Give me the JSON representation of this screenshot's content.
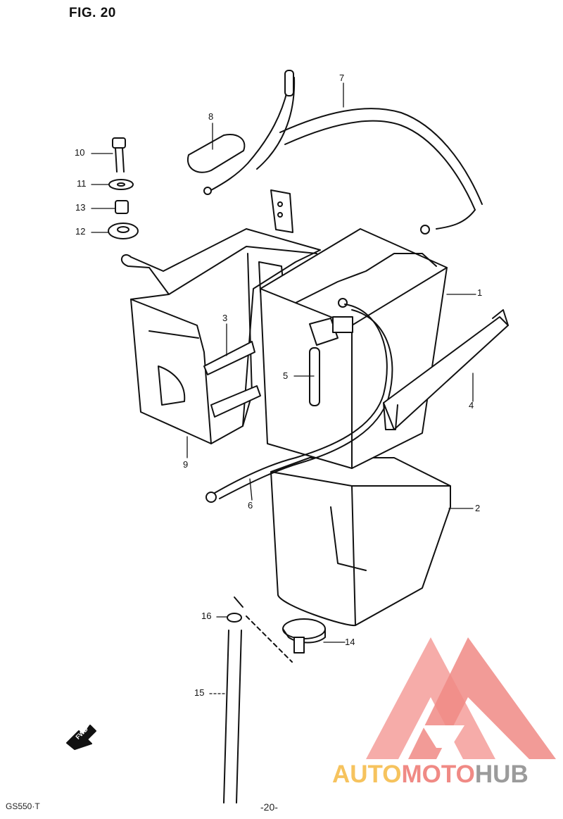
{
  "figure": {
    "title": "FIG. 20"
  },
  "footer": {
    "model": "GS550·T",
    "page": "-20-"
  },
  "fwd_label": "FWD",
  "callouts": {
    "c1": "1",
    "c2": "2",
    "c3": "3",
    "c4": "4",
    "c5": "5",
    "c6": "6",
    "c7": "7",
    "c8": "8",
    "c9": "9",
    "c10": "10",
    "c11": "11",
    "c12": "12",
    "c13": "13",
    "c14": "14",
    "c15": "15",
    "c16": "16"
  },
  "watermark": {
    "part1": "AUTO",
    "part2": "MOTO",
    "part3": "HUB",
    "colors": {
      "auto": "#f6c35e",
      "moto": "#f08a85",
      "hub": "#9b9b9b"
    }
  }
}
